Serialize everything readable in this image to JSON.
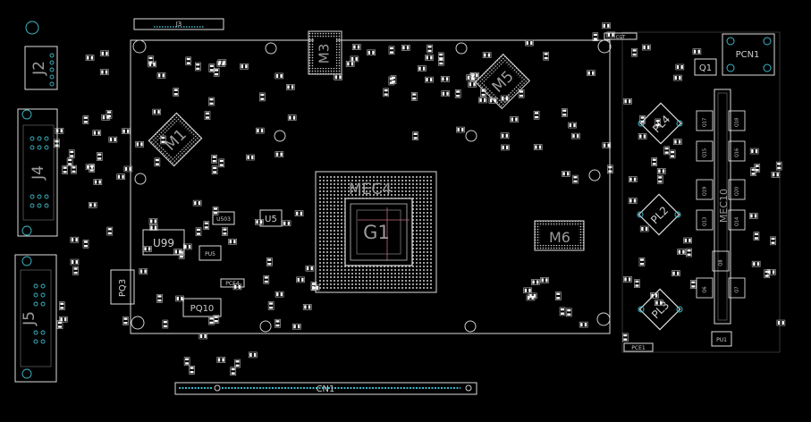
{
  "colors": {
    "background": "#000000",
    "silkscreen": "#e8e8e8",
    "label": "#9a9a9a",
    "pad": "#ffffff",
    "via": "#3fb8c8",
    "highlight": "#c46a7a"
  },
  "labels": {
    "mec4": "MEC4",
    "g1": "G1",
    "m3": "M3",
    "m5": "M5",
    "m1": "M1",
    "m6": "M6",
    "u5": "U5",
    "u503": "U503",
    "u99": "U99",
    "pq3": "PQ3",
    "pu5": "PU5",
    "pq10": "PQ10",
    "pce4": "PCE4",
    "pce1": "PCE1",
    "pl4": "PL4",
    "pl2": "PL2",
    "pl3": "PL3",
    "q1": "Q1",
    "cn1": "CN1",
    "pcn1": "PCN1",
    "j3": "J3",
    "j2": "J2",
    "j4": "J4",
    "j5": "J5",
    "mec10": "MEC10",
    "q17": "Q17",
    "q18": "Q18",
    "q15": "Q15",
    "q16": "Q16",
    "q19": "Q19",
    "q20": "Q20",
    "q13": "Q13",
    "q14": "Q14",
    "q8": "Q8",
    "q6": "Q6",
    "q7": "Q7",
    "pu1": "PU1",
    "cout": "CGT"
  }
}
